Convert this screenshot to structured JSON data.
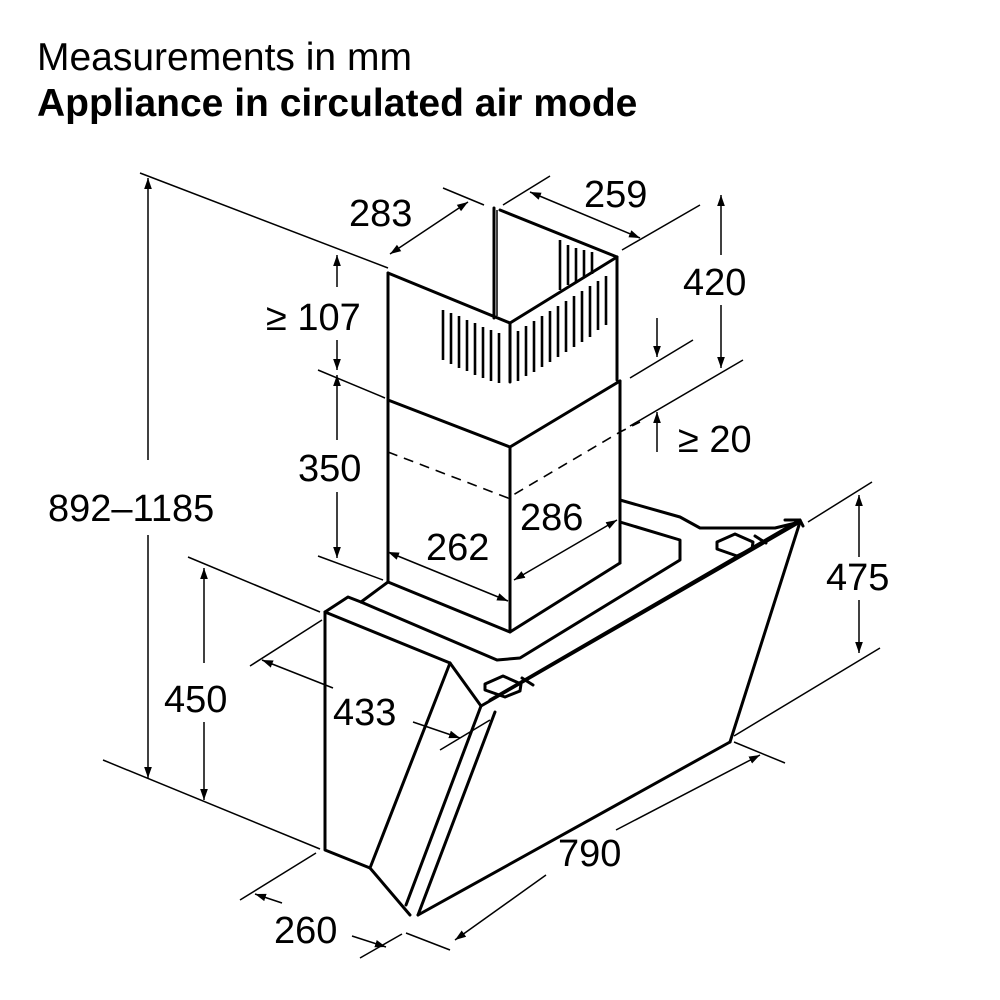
{
  "header": {
    "subtitle": "Measurements in mm",
    "title": "Appliance in circulated air mode"
  },
  "dimensions": {
    "total_height": "892–1185",
    "chimney_depth_top": "283",
    "chimney_width_top": "259",
    "min_top_gap": "≥ 107",
    "upper_chimney_height": "420",
    "min_overlap": "≥ 20",
    "lower_chimney_height": "350",
    "lower_chimney_width": "262",
    "lower_chimney_depth": "286",
    "hood_height": "475",
    "body_height": "450",
    "hood_depth": "433",
    "base_depth": "260",
    "hood_width": "790"
  },
  "colors": {
    "line": "#000000",
    "background": "#ffffff"
  }
}
